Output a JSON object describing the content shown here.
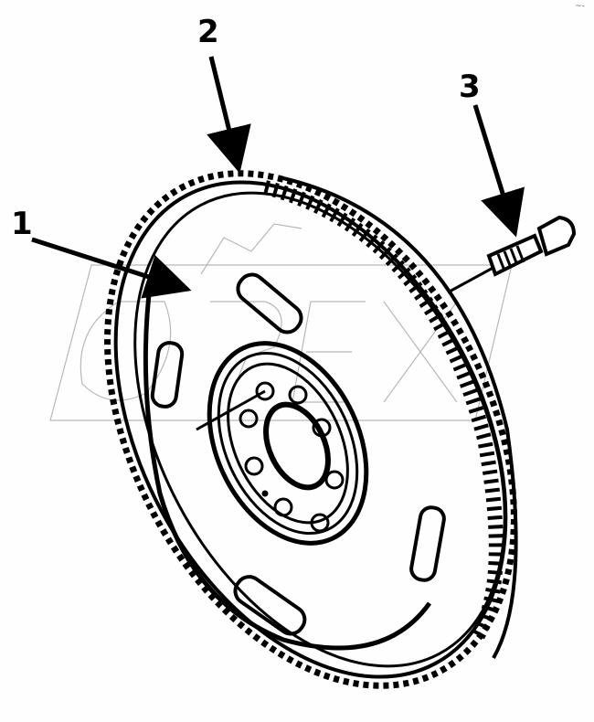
{
  "diagram": {
    "subject": "Flywheel assembly",
    "watermark": "OPEX",
    "corner_mark": "~-",
    "callouts": [
      {
        "number": "1",
        "part": "flywheel plate"
      },
      {
        "number": "2",
        "part": "ring gear"
      },
      {
        "number": "3",
        "part": "flywheel bolt"
      }
    ],
    "colors": {
      "background": "#fdfefd",
      "ink": "#000000",
      "watermark": "#b8b8b8"
    }
  }
}
